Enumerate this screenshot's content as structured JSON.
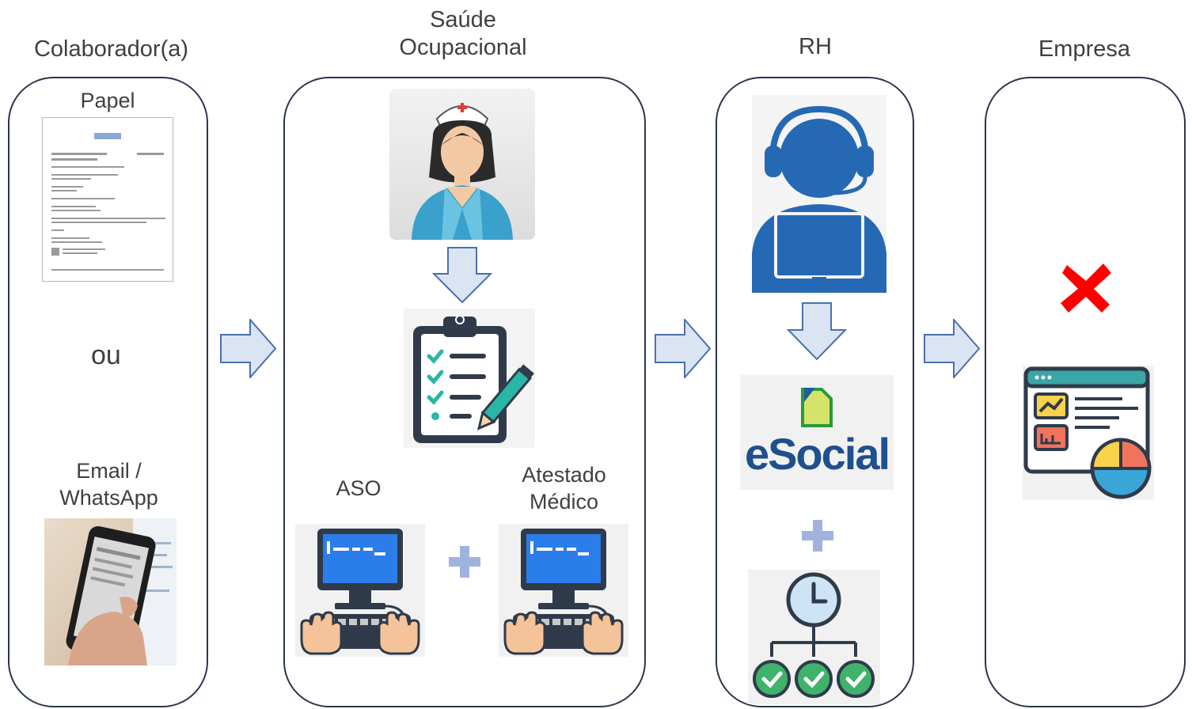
{
  "titles": {
    "colaborador": "Colaborador(a)",
    "saude_line1": "Saúde",
    "saude_line2": "Ocupacional",
    "rh": "RH",
    "empresa": "Empresa"
  },
  "colaborador": {
    "papel_label": "Papel",
    "ou_label": "ou",
    "email_line1": "Email /",
    "email_line2": "WhatsApp"
  },
  "saude": {
    "aso_label": "ASO",
    "atestado_line1": "Atestado",
    "atestado_line2": "Médico"
  },
  "rh": {
    "esocial_label": "eSocial"
  },
  "colors": {
    "lane_border": "#2b3550",
    "arrow_fill": "#dbe4f3",
    "arrow_stroke": "#4a6fb0",
    "plus": "#9fb3de",
    "x_mark": "#ff0000",
    "esocial_text": "#1e4f8f"
  }
}
